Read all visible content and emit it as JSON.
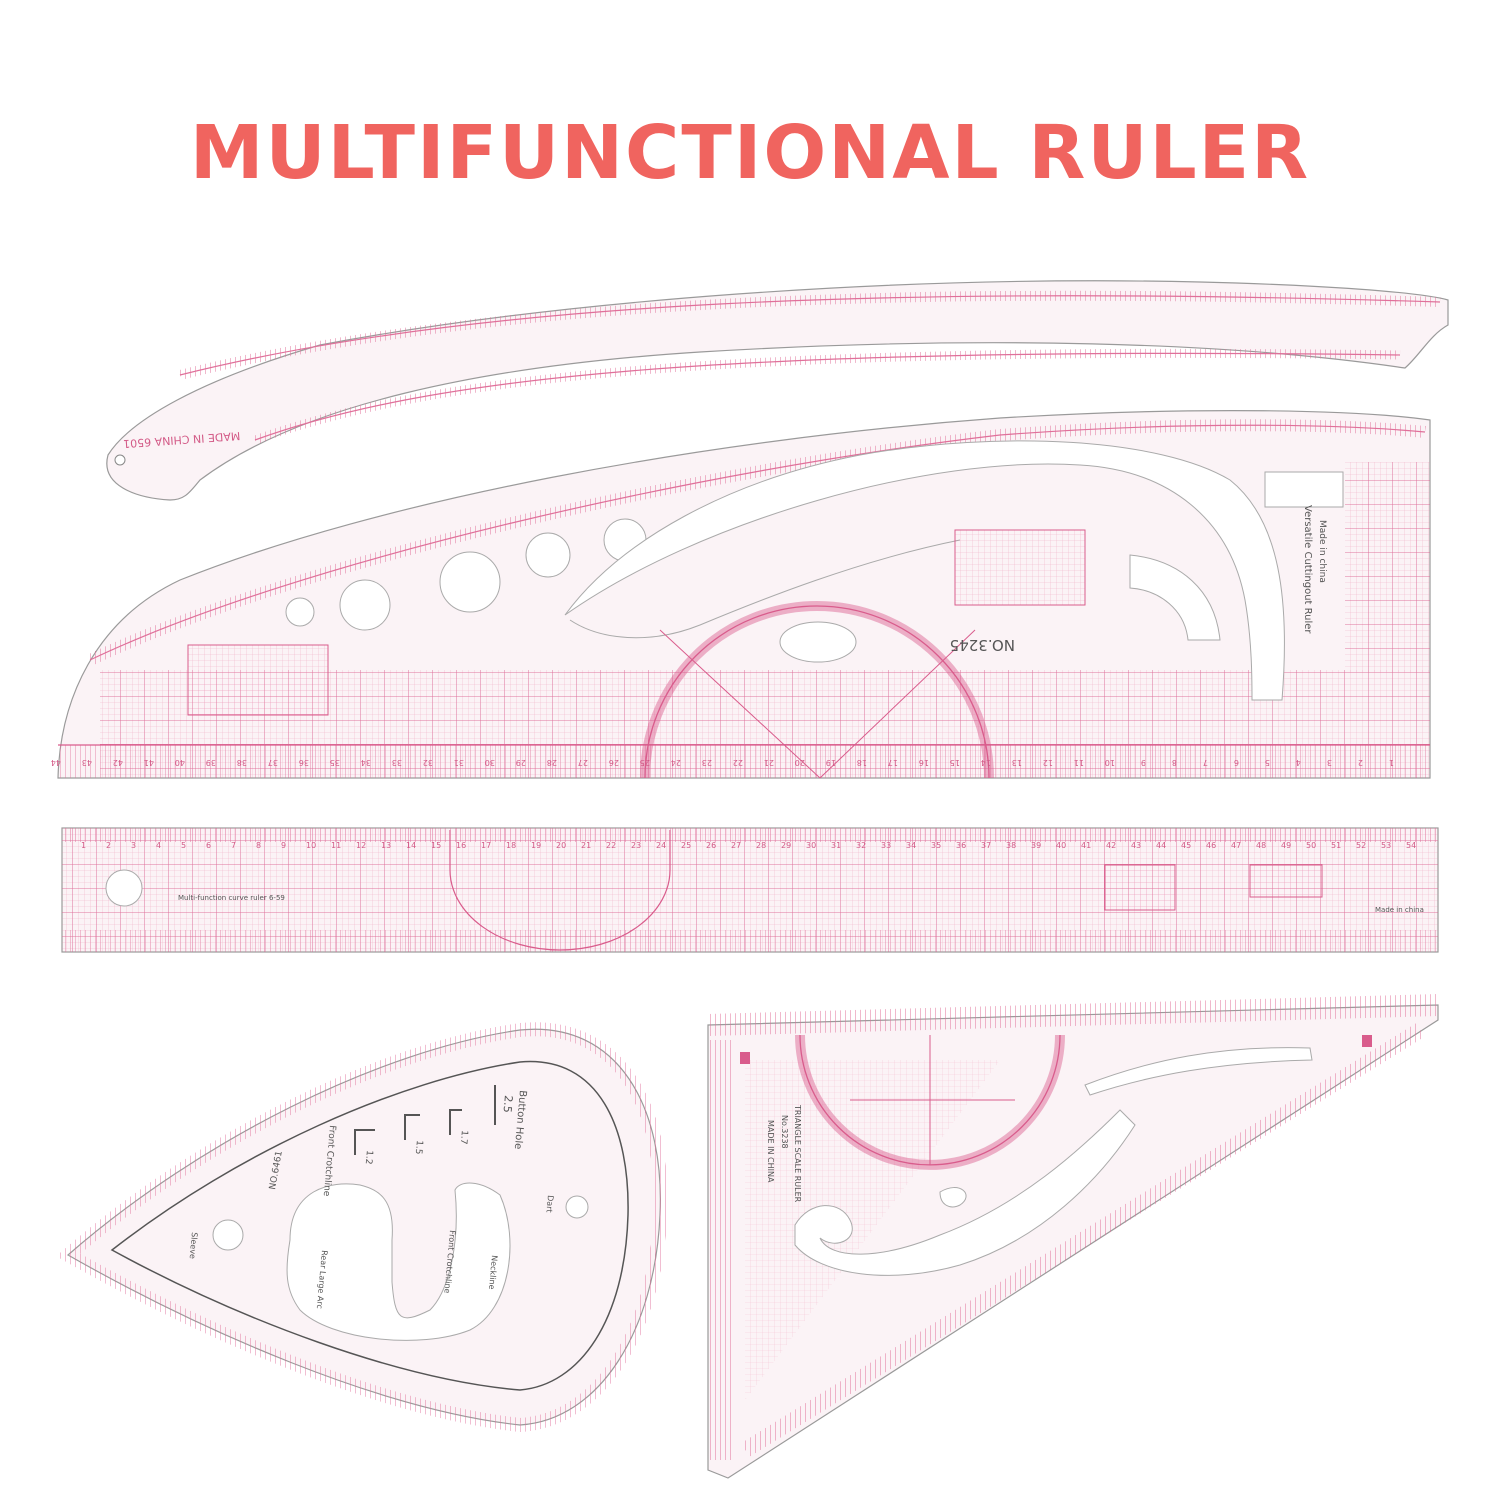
{
  "headline": "MULTIFUNCTIONAL RULER",
  "colors": {
    "headline": "#f0645f",
    "ruler_line": "#e0709a",
    "ruler_fill": "#fbf3f6",
    "ruler_edge": "#9a9a9a",
    "background": "#ffffff"
  },
  "hip_curve": {
    "made_in_text": "MADE IN CHINA 6501"
  },
  "cutting_ruler": {
    "model_text": "NO.3245",
    "name_text": "Versatile Cuttingout Ruler",
    "made_in_text": "Made in china"
  },
  "straight_ruler": {
    "name_text": "Multi-function curve ruler 6-59",
    "made_in_text": "Made in china"
  },
  "armhole_curve": {
    "model_text": "NO.6461",
    "button_hole_label": "Button Hole",
    "button_hole_size": "2.5",
    "front_crotch_label": "Front Crotchline",
    "front_crotch_line_label": "Front Crotchline",
    "neckline_label": "Neckline",
    "rear_large_label": "Rear Large Arc",
    "dart_label": "Dart",
    "sleeve_label": "Sleeve",
    "hole_sizes": [
      "1.2",
      "1.5",
      "1.7"
    ]
  },
  "triangle_ruler": {
    "name_text": "TRIANGLE SCALE RULER",
    "model_text": "No.3238",
    "made_in_text": "MADE IN CHINA"
  },
  "icons": [
    "ruler-hole-icon",
    "protractor-icon"
  ]
}
